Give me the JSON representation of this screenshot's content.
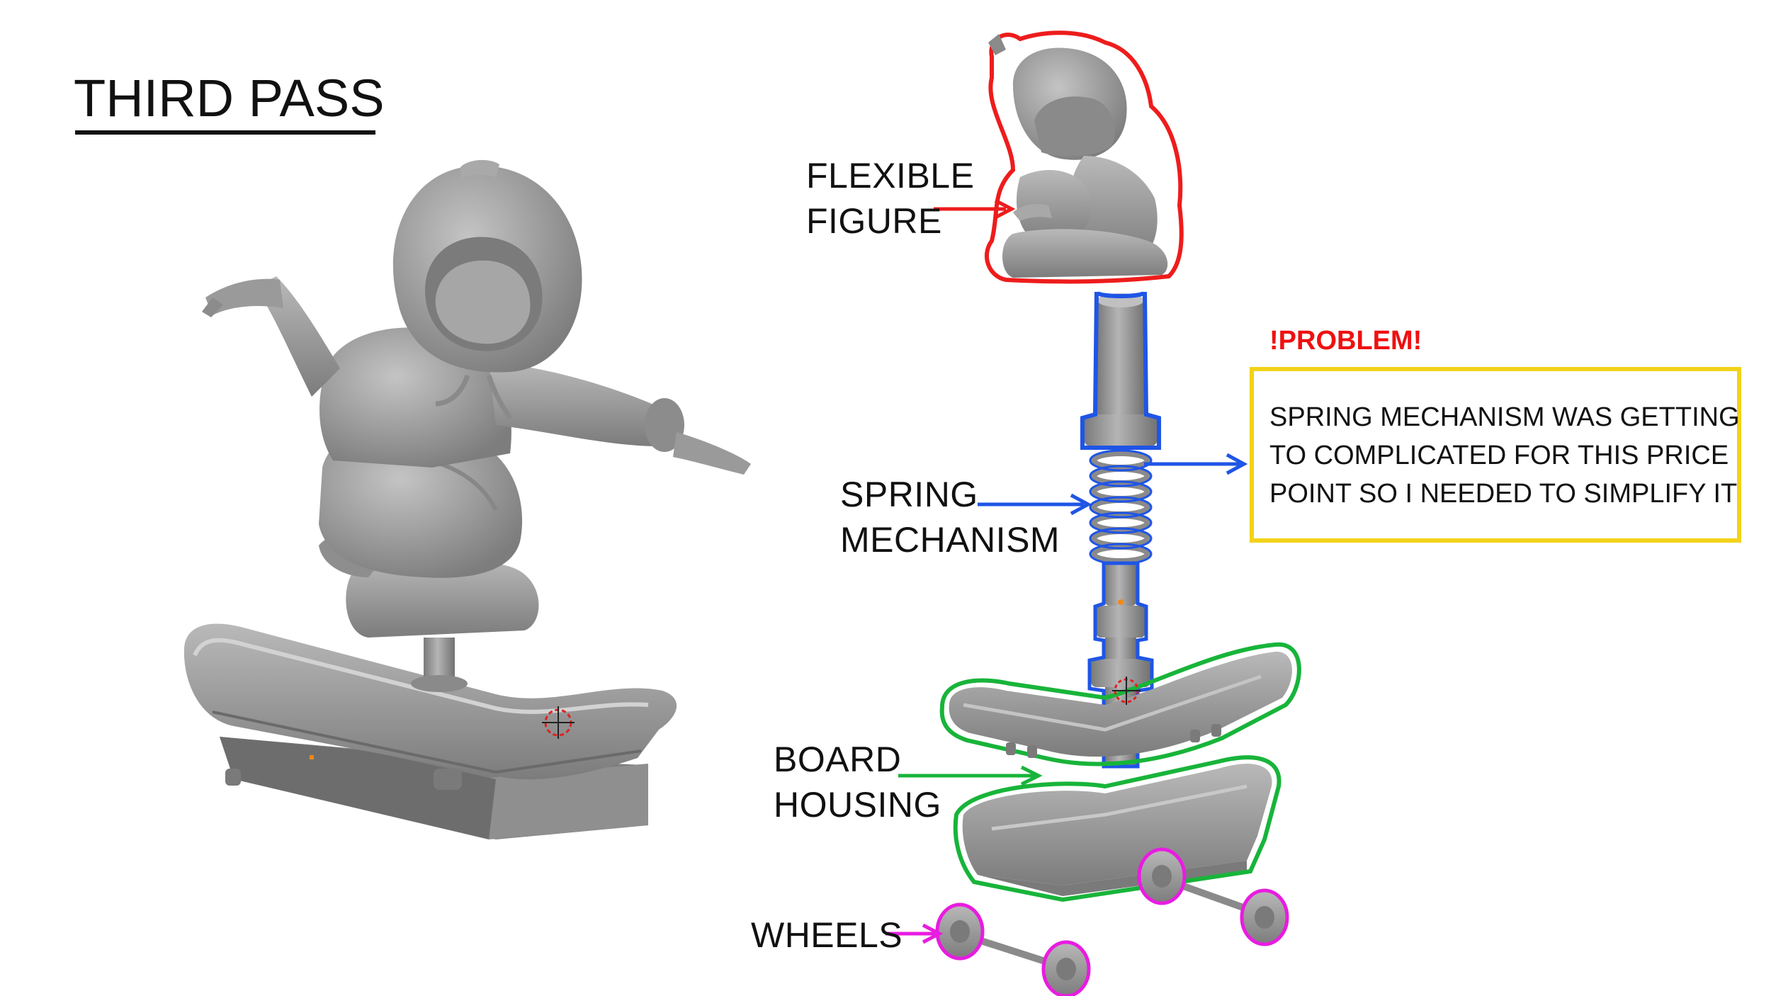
{
  "title": "THIRD PASS",
  "labels": {
    "figure_line1": "FLEXIBLE",
    "figure_line2": "FIGURE",
    "spring_line1": "SPRING",
    "spring_line2": "MECHANISM",
    "board_line1": "BOARD",
    "board_line2": "HOUSING",
    "wheels": "WHEELS"
  },
  "problem": {
    "heading": "!PROBLEM!",
    "lines": [
      "SPRING MECHANISM WAS GETTING",
      "TO COMPLICATED FOR THIS PRICE",
      "POINT SO I NEEDED TO SIMPLIFY IT"
    ]
  },
  "colors": {
    "figure": "#ee1c1c",
    "spring": "#1f55e6",
    "board": "#18b43a",
    "wheels": "#e81ce0",
    "box": "#f2d21a",
    "model": "#9a9a9a",
    "model_dark": "#6e6e6e",
    "model_light": "#bdbdbd"
  }
}
